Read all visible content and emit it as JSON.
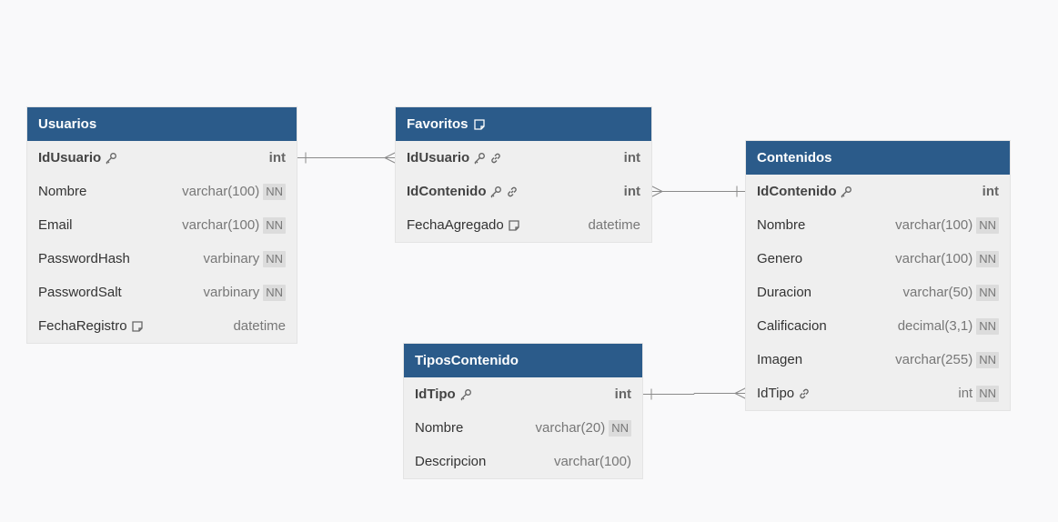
{
  "tables": [
    {
      "id": "usuarios",
      "name": "Usuarios",
      "has_note": false,
      "columns": [
        {
          "name": "IdUsuario",
          "type": "int",
          "pk": true,
          "fk": false,
          "nn": false,
          "note": false
        },
        {
          "name": "Nombre",
          "type": "varchar(100)",
          "pk": false,
          "fk": false,
          "nn": true,
          "note": false
        },
        {
          "name": "Email",
          "type": "varchar(100)",
          "pk": false,
          "fk": false,
          "nn": true,
          "note": false
        },
        {
          "name": "PasswordHash",
          "type": "varbinary",
          "pk": false,
          "fk": false,
          "nn": true,
          "note": false
        },
        {
          "name": "PasswordSalt",
          "type": "varbinary",
          "pk": false,
          "fk": false,
          "nn": true,
          "note": false
        },
        {
          "name": "FechaRegistro",
          "type": "datetime",
          "pk": false,
          "fk": false,
          "nn": false,
          "note": true
        }
      ]
    },
    {
      "id": "favoritos",
      "name": "Favoritos",
      "has_note": true,
      "columns": [
        {
          "name": "IdUsuario",
          "type": "int",
          "pk": true,
          "fk": true,
          "nn": false,
          "note": false
        },
        {
          "name": "IdContenido",
          "type": "int",
          "pk": true,
          "fk": true,
          "nn": false,
          "note": false
        },
        {
          "name": "FechaAgregado",
          "type": "datetime",
          "pk": false,
          "fk": false,
          "nn": false,
          "note": true
        }
      ]
    },
    {
      "id": "contenidos",
      "name": "Contenidos",
      "has_note": false,
      "columns": [
        {
          "name": "IdContenido",
          "type": "int",
          "pk": true,
          "fk": false,
          "nn": false,
          "note": false
        },
        {
          "name": "Nombre",
          "type": "varchar(100)",
          "pk": false,
          "fk": false,
          "nn": true,
          "note": false
        },
        {
          "name": "Genero",
          "type": "varchar(100)",
          "pk": false,
          "fk": false,
          "nn": true,
          "note": false
        },
        {
          "name": "Duracion",
          "type": "varchar(50)",
          "pk": false,
          "fk": false,
          "nn": true,
          "note": false
        },
        {
          "name": "Calificacion",
          "type": "decimal(3,1)",
          "pk": false,
          "fk": false,
          "nn": true,
          "note": false
        },
        {
          "name": "Imagen",
          "type": "varchar(255)",
          "pk": false,
          "fk": false,
          "nn": true,
          "note": false
        },
        {
          "name": "IdTipo",
          "type": "int",
          "pk": false,
          "fk": true,
          "nn": true,
          "note": false
        }
      ]
    },
    {
      "id": "tiposcontenido",
      "name": "TiposContenido",
      "has_note": false,
      "columns": [
        {
          "name": "IdTipo",
          "type": "int",
          "pk": true,
          "fk": false,
          "nn": false,
          "note": false
        },
        {
          "name": "Nombre",
          "type": "varchar(20)",
          "pk": false,
          "fk": false,
          "nn": true,
          "note": false
        },
        {
          "name": "Descripcion",
          "type": "varchar(100)",
          "pk": false,
          "fk": false,
          "nn": false,
          "note": false
        }
      ]
    }
  ],
  "nn_label": "NN",
  "relationships": [
    {
      "from_table": "usuarios",
      "from_column": "IdUsuario",
      "from_card": "one",
      "to_table": "favoritos",
      "to_column": "IdUsuario",
      "to_card": "many"
    },
    {
      "from_table": "favoritos",
      "from_column": "IdContenido",
      "from_card": "many",
      "to_table": "contenidos",
      "to_column": "IdContenido",
      "to_card": "one"
    },
    {
      "from_table": "tiposcontenido",
      "from_column": "IdTipo",
      "from_card": "one",
      "to_table": "contenidos",
      "to_column": "IdTipo",
      "to_card": "many"
    }
  ],
  "colors": {
    "header": "#2b5b8a",
    "body": "#efefef",
    "background": "#f9f9fa",
    "connector": "#8a8a8a"
  }
}
